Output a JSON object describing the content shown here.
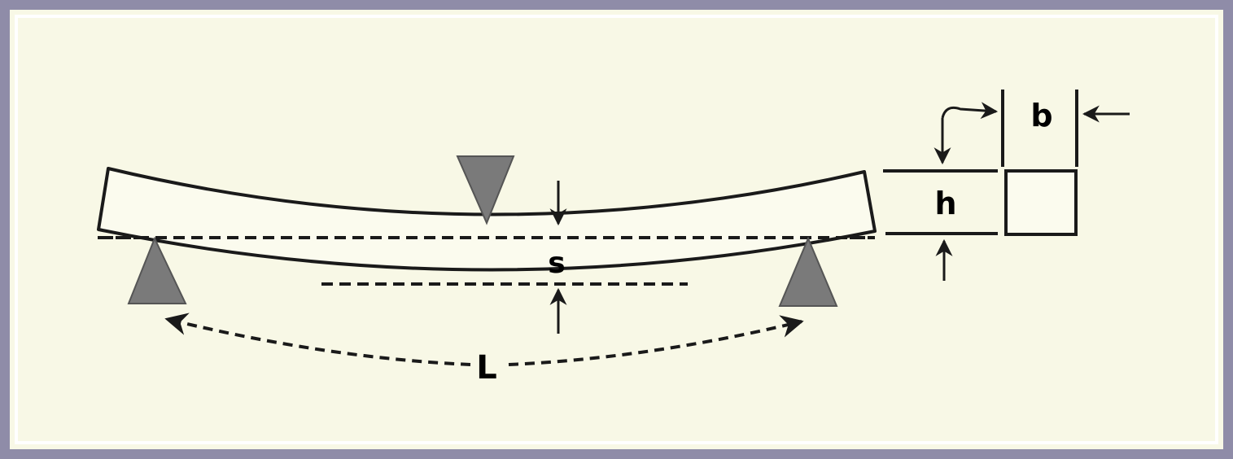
{
  "diagram": {
    "labels": {
      "span": "L",
      "deflection": "s",
      "height": "h",
      "width": "b"
    },
    "colors": {
      "background": "#f8f8e6",
      "border": "#8f8ca8",
      "support_fill": "#7a7a7a",
      "line": "#1a1a1a"
    }
  }
}
